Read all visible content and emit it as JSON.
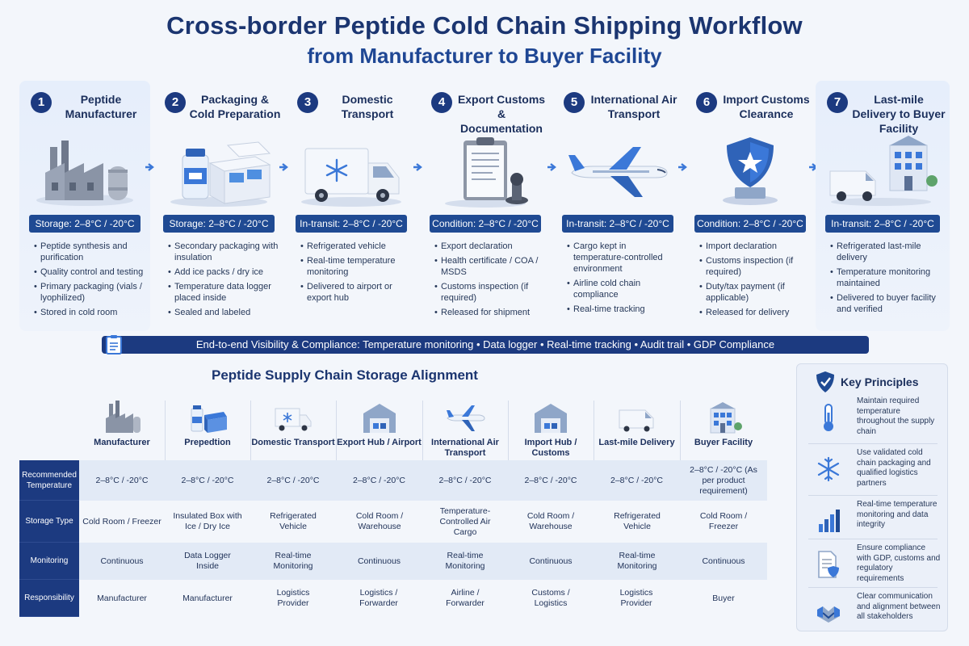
{
  "title": {
    "line1": "Cross-border Peptide Cold Chain Shipping Workflow",
    "line2": "from Manufacturer to Buyer Facility"
  },
  "steps": [
    {
      "num": "1",
      "title": "Peptide Manufacturer",
      "icon": "factory-icon",
      "badge": "Storage: 2–8°C / -20°C",
      "items": [
        "Peptide synthesis and purification",
        "Quality control and testing",
        "Primary packaging (vials / lyophilized)",
        "Stored in cold room"
      ]
    },
    {
      "num": "2",
      "title": "Packaging & Cold Preparation",
      "icon": "cold-box-icon",
      "badge": "Storage: 2–8°C / -20°C",
      "items": [
        "Secondary packaging with insulation",
        "Add ice packs / dry ice",
        "Temperature data logger placed inside",
        "Sealed and labeled"
      ]
    },
    {
      "num": "3",
      "title": "Domestic Transport",
      "icon": "refrigerated-truck-icon",
      "badge": "In-transit: 2–8°C / -20°C",
      "items": [
        "Refrigerated vehicle",
        "Real-time temperature monitoring",
        "Delivered to airport or export hub"
      ]
    },
    {
      "num": "4",
      "title": "Export Customs & Documentation",
      "icon": "clipboard-stamp-icon",
      "badge": "Condition: 2–8°C / -20°C",
      "items": [
        "Export declaration",
        "Health certificate / COA / MSDS",
        "Customs inspection (if required)",
        "Released for shipment"
      ]
    },
    {
      "num": "5",
      "title": "International Air Transport",
      "icon": "airplane-icon",
      "badge": "In-transit: 2–8°C / -20°C",
      "items": [
        "Cargo kept in temperature-controlled environment",
        "Airline cold chain compliance",
        "Real-time tracking"
      ]
    },
    {
      "num": "6",
      "title": "Import Customs Clearance",
      "icon": "shield-star-icon",
      "badge": "Condition: 2–8°C / -20°C",
      "items": [
        "Import declaration",
        "Customs inspection (if required)",
        "Duty/tax payment (if applicable)",
        "Released for delivery"
      ]
    },
    {
      "num": "7",
      "title": "Last-mile Delivery to Buyer Facility",
      "icon": "van-building-icon",
      "badge": "In-transit: 2–8°C / -20°C",
      "items": [
        "Refrigerated last-mile delivery",
        "Temperature monitoring maintained",
        "Delivered to buyer facility and verified"
      ]
    }
  ],
  "visibility_bar": "End-to-end Visibility & Compliance: Temperature monitoring • Data logger • Real-time tracking • Audit trail • GDP Compliance",
  "alignment": {
    "title": "Peptide Supply Chain Storage Alignment",
    "columns": [
      {
        "label": "Manufacturer",
        "icon": "factory-icon"
      },
      {
        "label": "Prepedtion",
        "icon": "cold-box-icon"
      },
      {
        "label": "Domestic Transport",
        "icon": "refrigerated-truck-icon"
      },
      {
        "label": "Export Hub / Airport",
        "icon": "warehouse-icon"
      },
      {
        "label": "International Air Transport",
        "icon": "airplane-icon"
      },
      {
        "label": "Import Hub / Customs",
        "icon": "warehouse-icon"
      },
      {
        "label": "Last-mile Delivery",
        "icon": "van-icon"
      },
      {
        "label": "Buyer Facility",
        "icon": "building-icon"
      }
    ],
    "rows": [
      {
        "label": "Recommended Temperature",
        "cells": [
          "2–8°C / -20°C",
          "2–8°C / -20°C",
          "2–8°C / -20°C",
          "2–8°C / -20°C",
          "2–8°C / -20°C",
          "2–8°C / -20°C",
          "2–8°C / -20°C",
          "2–8°C / -20°C (As per product requirement)"
        ]
      },
      {
        "label": "Storage Type",
        "cells": [
          "Cold Room / Freezer",
          "Insulated Box with Ice / Dry Ice",
          "Refrigerated Vehicle",
          "Cold Room / Warehouse",
          "Temperature-Controlled Air Cargo",
          "Cold Room / Warehouse",
          "Refrigerated Vehicle",
          "Cold Room / Freezer"
        ]
      },
      {
        "label": "Monitoring",
        "cells": [
          "Continuous",
          "Data Logger Inside",
          "Real-time Monitoring",
          "Continuous",
          "Real-time Monitoring",
          "Continuous",
          "Real-time Monitoring",
          "Continuous"
        ]
      },
      {
        "label": "Responsibility",
        "cells": [
          "Manufacturer",
          "Manufacturer",
          "Logistics Provider",
          "Logistics / Forwarder",
          "Airline / Forwarder",
          "Customs / Logistics",
          "Logistics Provider",
          "Buyer"
        ]
      }
    ]
  },
  "key_principles": {
    "title": "Key Principles",
    "items": [
      {
        "icon": "thermometer-icon",
        "text": "Maintain required temperature throughout the supply chain"
      },
      {
        "icon": "snowflake-icon",
        "text": "Use validated cold chain packaging and qualified logistics partners"
      },
      {
        "icon": "bar-chart-icon",
        "text": "Real-time temperature monitoring and data integrity"
      },
      {
        "icon": "document-shield-icon",
        "text": "Ensure compliance with GDP, customs and regulatory requirements"
      },
      {
        "icon": "handshake-icon",
        "text": "Clear communication and alignment between all stakeholders"
      }
    ]
  },
  "colors": {
    "navy": "#1c3a80",
    "badge": "#1f4a93",
    "accent": "#3b78d8",
    "panel": "#e6eefb"
  }
}
